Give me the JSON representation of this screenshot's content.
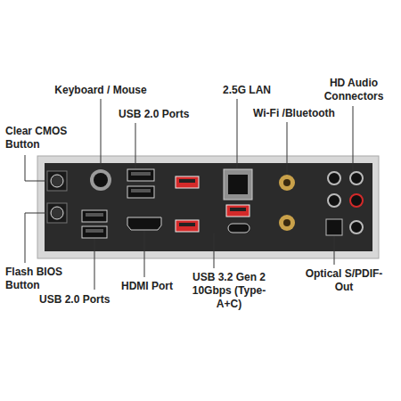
{
  "diagram": {
    "labels": [
      "Keyboard / Mouse",
      "Clear CMOS Button",
      "USB 2.0 Ports",
      "2.5G LAN",
      "Wi-Fi /Bluetooth",
      "HD Audio Connectors",
      "Flash BIOS Button",
      "USB 2.0 Ports",
      "HDMI Port",
      "USB 3.2 Gen 2 10Gbps (Type-A+C)",
      "Optical S/PDIF-Out"
    ]
  }
}
